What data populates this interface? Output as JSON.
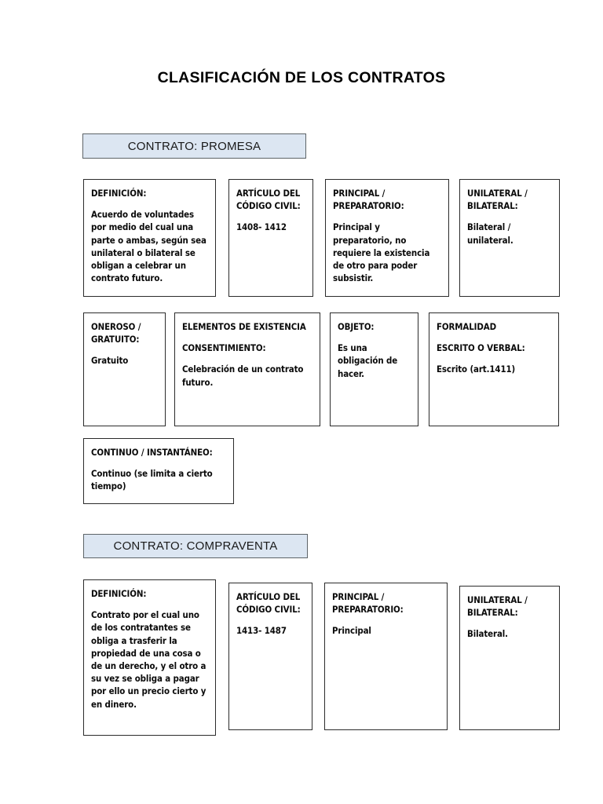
{
  "document": {
    "title": "CLASIFICACIÓN DE LOS CONTRATOS"
  },
  "colors": {
    "banner_fill": "#dce6f2",
    "banner_border": "#5d6468",
    "box_border": "#2b2b2b",
    "text": "#0a0a0a",
    "page_background": "#ffffff"
  },
  "sections": [
    {
      "banner_label": "CONTRATO: PROMESA",
      "boxes": {
        "definicion": {
          "heading": "DEFINICIÓN:",
          "body": "Acuerdo de voluntades por medio del cual una parte o ambas, según sea unilateral o bilateral se obligan a celebrar un contrato futuro."
        },
        "articulo": {
          "heading": "ARTÍCULO DEL CÓDIGO CIVIL:",
          "body": "1408- 1412"
        },
        "principal": {
          "heading": "PRINCIPAL / PREPARATORIO:",
          "body": "Principal y preparatorio, no requiere la existencia de otro para poder subsistir."
        },
        "unilateral": {
          "heading": "UNILATERAL / BILATERAL:",
          "body": "Bilateral / unilateral."
        },
        "oneroso": {
          "heading": "ONEROSO / GRATUITO:",
          "body": "Gratuito"
        },
        "elementos": {
          "heading": "ELEMENTOS DE EXISTENCIA",
          "subheading": "CONSENTIMIENTO:",
          "body": "Celebración de un contrato futuro."
        },
        "objeto": {
          "heading": "OBJETO:",
          "body": "Es una obligación de hacer."
        },
        "formalidad": {
          "heading": "FORMALIDAD",
          "subheading": "ESCRITO O VERBAL:",
          "body": "Escrito (art.1411)"
        },
        "continuo": {
          "heading": "CONTINUO / INSTANTÁNEO:",
          "body": "Continuo (se limita a cierto tiempo)"
        }
      }
    },
    {
      "banner_label": "CONTRATO: COMPRAVENTA",
      "boxes": {
        "definicion": {
          "heading": "DEFINICIÓN:",
          "body": "Contrato por el cual uno de los contratantes se obliga a trasferir la propiedad de una cosa o de un derecho, y el otro a su vez se obliga a pagar por ello un precio cierto y en dinero."
        },
        "articulo": {
          "heading": "ARTÍCULO DEL CÓDIGO CIVIL:",
          "body": "1413- 1487"
        },
        "principal": {
          "heading": "PRINCIPAL / PREPARATORIO:",
          "body": "Principal"
        },
        "unilateral": {
          "heading": "UNILATERAL / BILATERAL:",
          "body": "Bilateral."
        }
      }
    }
  ]
}
